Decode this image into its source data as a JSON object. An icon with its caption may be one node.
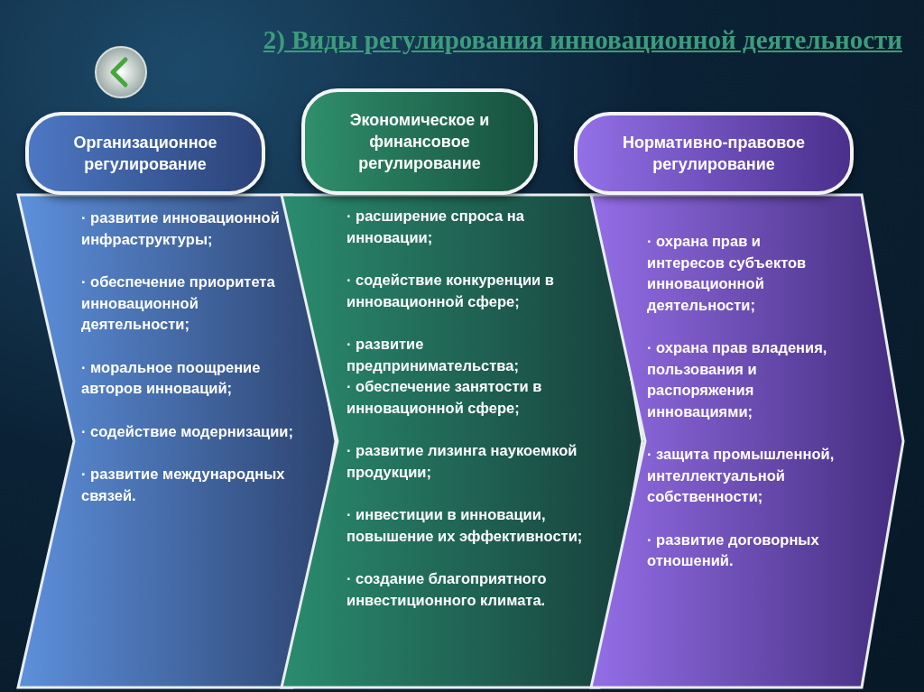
{
  "diagram": {
    "title": "2) Виды регулирования инновационной деятельности",
    "nodes": [
      {
        "text": [
          "Организационное регулирование"
        ]
      },
      {
        "text": [
          "· развитие инновационной инфраструктуры;",
          "· обеспечение приоритета инновационной деятельности;",
          "· моральное поощрение авторов инноваций;",
          "· содействие модернизации;",
          "· развитие международных связей."
        ]
      },
      {
        "text": [
          "Экономическое и финансовое регулирование"
        ]
      },
      {
        "text": [
          "· расширение спроса на инновации;",
          "· содействие конкуренции в инновационной сфере;",
          "· развитие предпринимательства;",
          "· обеспечение занятости в инновационной сфере;",
          "· развитие лизинга наукоемкой продукции;",
          "· инвестиции в инновации, повышение их эффективности;",
          "· создание благоприятного инвестиционного климата."
        ]
      },
      {
        "text": [
          "Нормативно-правовое регулирование"
        ]
      },
      {
        "text": [
          "· охрана прав и интересов субъектов инновационной деятельности;",
          "· охрана прав владения, пользования и распоряжения инновациями;",
          "· защита промышленной, интеллектуальной собственности;",
          "· развитие договорных отношений."
        ]
      }
    ],
    "edges": []
  }
}
